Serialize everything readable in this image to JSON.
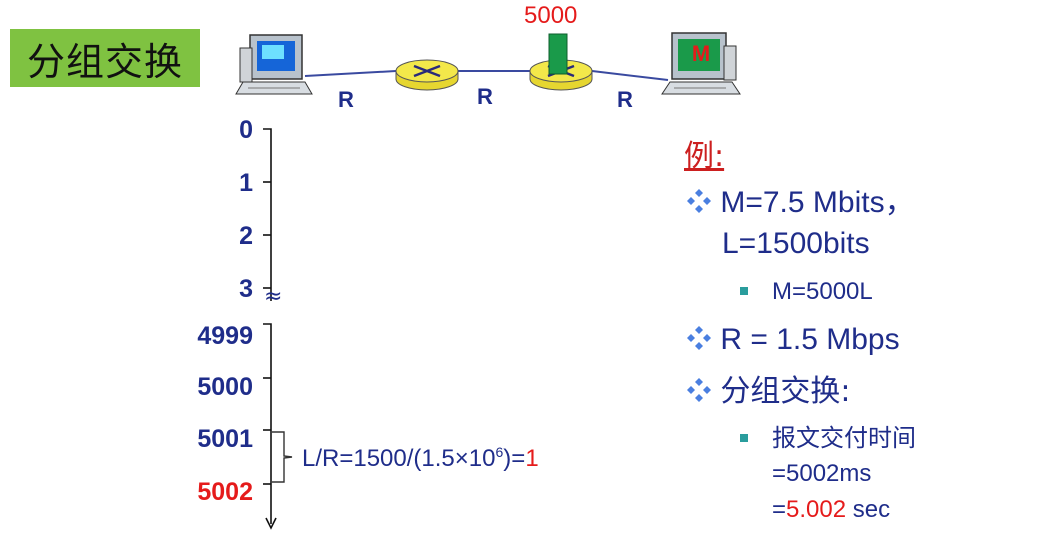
{
  "title": "分组交换",
  "network": {
    "packet_count_label": "5000",
    "destination_label": "M",
    "link_labels": [
      "R",
      "R",
      "R"
    ]
  },
  "timeline": {
    "ticks": [
      "0",
      "1",
      "2",
      "3",
      "4999",
      "5000",
      "5001",
      "5002"
    ],
    "break_symbol": "≈",
    "formula": {
      "prefix": "L/R=1500/(1.5×10",
      "exponent": "6",
      "suffix": ")=",
      "result": "1"
    }
  },
  "example": {
    "heading": "例:",
    "m_line1": "M=7.5 Mbits，",
    "m_line2": "L=1500bits",
    "m_sub": "M=5000L",
    "r_line": "R = 1.5 Mbps",
    "ps_line": "分组交换:",
    "delay_line1": "报文交付时间",
    "delay_line2": "=5002ms",
    "delay_line3_prefix": "=",
    "delay_line3_value": "5.002",
    "delay_line3_suffix": " sec"
  },
  "colors": {
    "accent_blue": "#1f2d8a",
    "accent_red": "#e51b1b",
    "title_bg": "#7fc241",
    "router": "#f3e84a",
    "packet": "#1a9a4a"
  }
}
